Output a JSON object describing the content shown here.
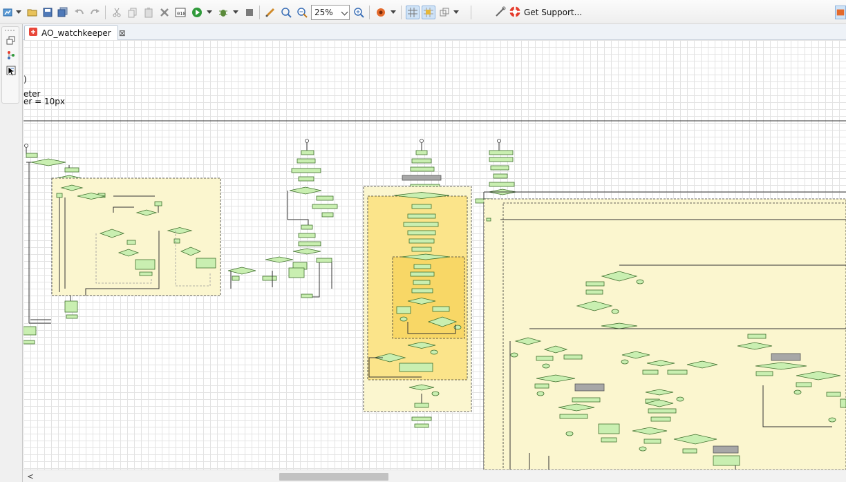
{
  "toolbar": {
    "zoom_value": "25%",
    "support_label": "Get Support..."
  },
  "editor": {
    "tab_title": "AO_watchkeeper",
    "tab_close_glyph": "⊠"
  },
  "canvas": {
    "param_top": ")",
    "param_line1": "eter",
    "param_line2": "er = 10px"
  },
  "colors": {
    "node_fill": "#c9efb1",
    "node_stroke": "#3f6f2d",
    "gray_node": "#a7a7a7",
    "lane_fill": "#fbf6cf",
    "lane_dark": "#fbe48a",
    "lane_deep": "#f8d766"
  },
  "icons": [
    "new-diagram-icon",
    "open-icon",
    "save-icon",
    "save-all-icon",
    "undo-icon",
    "redo-icon",
    "cut-icon",
    "copy-icon",
    "paste-icon",
    "delete-icon",
    "compile-icon",
    "run-icon",
    "debug-icon",
    "stop-icon",
    "pen-icon",
    "fit-icon",
    "zoom-out-icon",
    "zoom-in-icon",
    "plugin-icon",
    "grid-icon",
    "snap-icon",
    "shapes-icon",
    "tools-icon",
    "lifebuoy-icon"
  ]
}
